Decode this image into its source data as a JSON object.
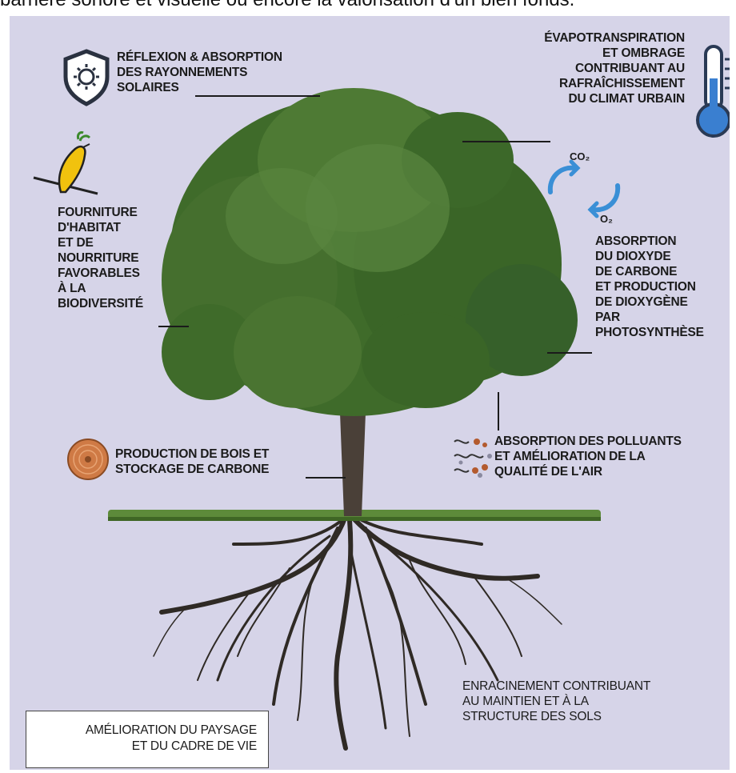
{
  "header_text": "barrière sonore et visuelle ou encore la valorisation d'un bien fonds.",
  "labels": {
    "solar": [
      "RÉFLEXION & ABSORPTION",
      "DES RAYONNEMENTS",
      "SOLAIRES"
    ],
    "evapo": [
      "ÉVAPOTRANSPIRATION",
      "ET OMBRAGE",
      "CONTRIBUANT AU",
      "RAFRAÎCHISSEMENT",
      "DU CLIMAT URBAIN"
    ],
    "habitat": [
      "FOURNITURE",
      "D'HABITAT",
      "ET DE",
      "NOURRITURE",
      "FAVORABLES",
      "À LA",
      "BIODIVERSITÉ"
    ],
    "co2": [
      "ABSORPTION",
      "DU DIOXYDE",
      "DE CARBONE",
      "ET PRODUCTION",
      "DE DIOXYGÈNE",
      "PAR",
      "PHOTOSYNTHÈSE"
    ],
    "wood": [
      "PRODUCTION DE BOIS ET",
      "STOCKAGE DE CARBONE"
    ],
    "pollutants": [
      "ABSORPTION DES POLLUANTS",
      "ET AMÉLIORATION DE LA",
      "QUALITÉ DE L'AIR"
    ],
    "roots": [
      "ENRACINEMENT CONTRIBUANT",
      "AU MAINTIEN ET À LA",
      "STRUCTURE DES SOLS"
    ],
    "landscape": [
      "AMÉLIORATION DU PAYSAGE",
      "ET DU CADRE DE VIE"
    ]
  },
  "cycle": {
    "co2": "CO₂",
    "o2": "O₂"
  },
  "icons": [
    "shield-sun-icon",
    "thermometer-icon",
    "bird-icon",
    "co2-cycle-icon",
    "wood-log-icon",
    "pollutant-particles-icon"
  ],
  "colors": {
    "background": "#d6d4e8",
    "foliage": "#3f6b2a",
    "thermometer": "#3a7fd0",
    "wood": "#cf7a45",
    "cycle_arrows": "#3a8fd6",
    "grass": "#5d8a3a"
  }
}
